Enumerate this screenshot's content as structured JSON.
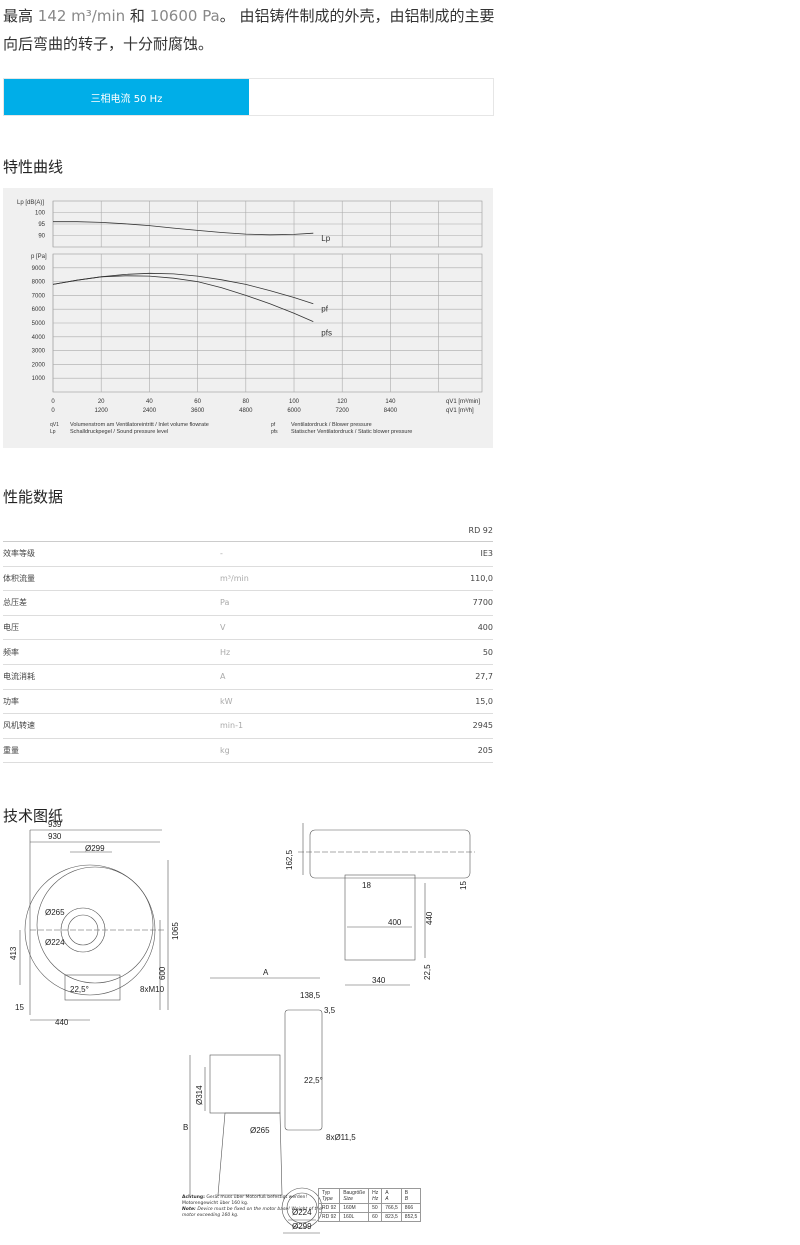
{
  "intro": {
    "p1": "最高 ",
    "flow": "142 m³/min",
    "p2": " 和 ",
    "pressure": "10600 Pa",
    "p3": "。 由铝铸件制成的外壳，由铝制成的主要向后弯曲的转子，十分耐腐蚀。"
  },
  "tabs": [
    {
      "label": "三相电流 50 Hz",
      "active": true
    }
  ],
  "accent_color": "#00aee8",
  "sections": {
    "curve": "特性曲线",
    "perf": "性能数据",
    "drawing": "技术图纸"
  },
  "chart_data": [
    {
      "type": "line",
      "title": "",
      "ylabel": "Lp [dB(A)]",
      "yticks": [
        100,
        95,
        90
      ],
      "ylim": [
        85,
        105
      ],
      "xlim": [
        0,
        178
      ],
      "grid": true,
      "series": [
        {
          "name": "Lp",
          "x": [
            0,
            10,
            20,
            30,
            40,
            50,
            60,
            70,
            80,
            90,
            100,
            108
          ],
          "y": [
            96,
            96,
            95.7,
            95.1,
            94.3,
            93.2,
            92.2,
            91.3,
            90.6,
            90.3,
            90.5,
            91
          ]
        }
      ]
    },
    {
      "type": "line",
      "title": "",
      "ylabel": "p [Pa]",
      "yticks": [
        9000,
        8000,
        7000,
        6000,
        5000,
        4000,
        3000,
        2000,
        1000
      ],
      "ylim": [
        0,
        10000
      ],
      "xlim": [
        0,
        178
      ],
      "grid": true,
      "xticks_min": [
        0,
        20,
        40,
        60,
        80,
        100,
        120,
        140
      ],
      "xticks_h": [
        0,
        1200,
        2400,
        3600,
        4800,
        6000,
        7200,
        8400
      ],
      "xlabel_min": "qV1 [m³/min]",
      "xlabel_h": "qV1 [m³/h]",
      "series": [
        {
          "name": "pf",
          "x": [
            0,
            10,
            20,
            30,
            40,
            50,
            60,
            70,
            80,
            90,
            100,
            108
          ],
          "y": [
            7800,
            8100,
            8350,
            8520,
            8600,
            8560,
            8400,
            8130,
            7800,
            7350,
            6850,
            6400
          ]
        },
        {
          "name": "pfs",
          "x": [
            0,
            10,
            20,
            30,
            40,
            50,
            60,
            70,
            80,
            90,
            100,
            108
          ],
          "y": [
            7800,
            8100,
            8350,
            8420,
            8400,
            8250,
            8000,
            7550,
            7000,
            6400,
            5700,
            5100
          ]
        }
      ]
    }
  ],
  "legend": [
    {
      "sym": "qV1",
      "text": "Volumenstrom am Ventilatoreintritt / Inlet volume flowrate"
    },
    {
      "sym": "Lp",
      "text": "Schalldruckpegel / Sound pressure level"
    },
    {
      "sym": "pf",
      "text": "Ventilatordruck / Blower pressure"
    },
    {
      "sym": "pfs",
      "text": "Statischer Ventilatordruck / Static blower pressure"
    }
  ],
  "perf": {
    "header": "RD 92",
    "rows": [
      {
        "name": "效率等级",
        "unit": "-",
        "value": "IE3"
      },
      {
        "name": "体积流量",
        "unit": "m³/min",
        "value": "110,0"
      },
      {
        "name": "总压差",
        "unit": "Pa",
        "value": "7700"
      },
      {
        "name": "电压",
        "unit": "V",
        "value": "400"
      },
      {
        "name": "频率",
        "unit": "Hz",
        "value": "50"
      },
      {
        "name": "电流消耗",
        "unit": "A",
        "value": "27,7"
      },
      {
        "name": "功率",
        "unit": "kW",
        "value": "15,0"
      },
      {
        "name": "风机转速",
        "unit": "min-1",
        "value": "2945"
      },
      {
        "name": "重量",
        "unit": "kg",
        "value": "205"
      }
    ]
  },
  "drawing": {
    "dims": {
      "d939": "939",
      "d930": "930",
      "d299": "Ø299",
      "d265": "Ø265",
      "d224": "Ø224",
      "d1065": "1065",
      "d600": "600",
      "d413": "413",
      "d15": "15",
      "d440": "440",
      "a225": "22,5°",
      "m10": "8xM10",
      "d1625": "162,5",
      "d18": "18",
      "d400": "400",
      "d440b": "440",
      "d15b": "15",
      "d225": "22,5",
      "d340": "340",
      "A": "A",
      "B": "B",
      "d1385": "138,5",
      "d35": "3,5",
      "d314": "Ø314",
      "a225b": "22,5°",
      "d265b": "Ø265",
      "d115": "8xØ11,5",
      "d224b": "Ø224",
      "d299b": "Ø299"
    },
    "note_de_label": "Achtung:",
    "note_de": "Gerät muss über Motorfuß befestigt werden! Motorengewicht über 160 kg.",
    "note_en_label": "Note:",
    "note_en": "Device must be fixed on the motor base! Weight of the motor exceeding 160 kg.",
    "table": {
      "headers": [
        [
          "Typ",
          "Type"
        ],
        [
          "Baugröße",
          "Size"
        ],
        [
          "Hz",
          "Hz"
        ],
        [
          "A",
          "A"
        ],
        [
          "B",
          "B"
        ]
      ],
      "rows": [
        [
          "RD 92",
          "160M",
          "50",
          "766,5",
          "866"
        ],
        [
          "RD 92",
          "160L",
          "60",
          "823,5",
          "852,5"
        ]
      ]
    }
  }
}
